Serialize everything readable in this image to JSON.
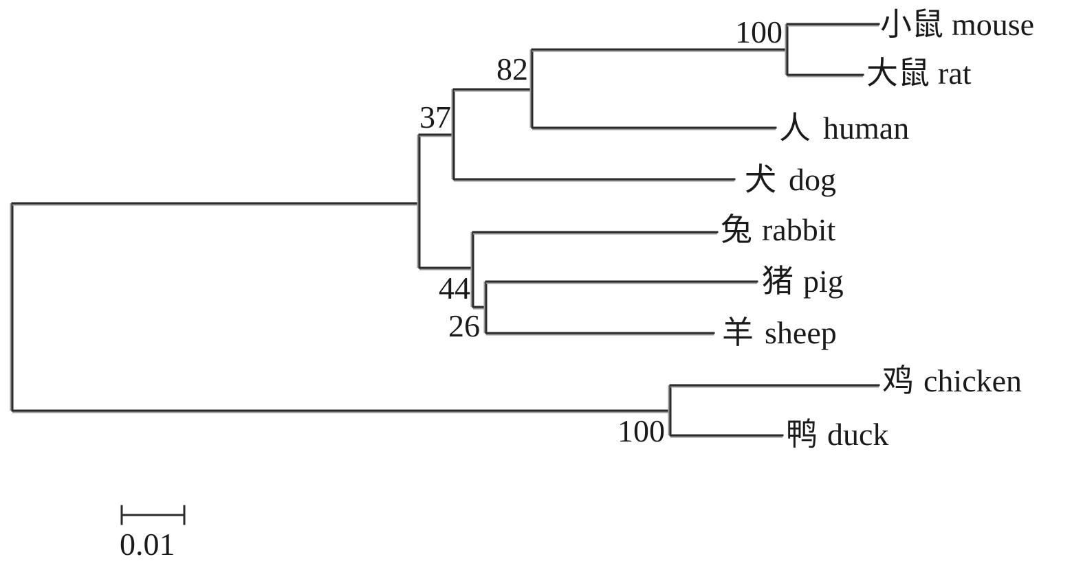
{
  "diagram": {
    "type": "phylogenetic-tree",
    "leaves": [
      {
        "id": "mouse",
        "cn": "小鼠",
        "en": "mouse"
      },
      {
        "id": "rat",
        "cn": "大鼠",
        "en": "rat"
      },
      {
        "id": "human",
        "cn": "人",
        "en": "human"
      },
      {
        "id": "dog",
        "cn": "犬",
        "en": "dog"
      },
      {
        "id": "rabbit",
        "cn": "兔",
        "en": "rabbit"
      },
      {
        "id": "pig",
        "cn": "猪",
        "en": "pig"
      },
      {
        "id": "sheep",
        "cn": "羊",
        "en": "sheep"
      },
      {
        "id": "chicken",
        "cn": "鸡",
        "en": "chicken"
      },
      {
        "id": "duck",
        "cn": "鸭",
        "en": "duck"
      }
    ],
    "bootstrap_values": {
      "mouse_rat": "100",
      "murid_human": "82",
      "primate_dog": "37",
      "rabbit_ungulate": "44",
      "pig_sheep": "26",
      "chicken_duck": "100"
    },
    "scale_bar": {
      "label": "0.01"
    },
    "colors": {
      "branch": "#2b2b2b",
      "shadow": "#9a9a9a",
      "text": "#1a1a1a"
    }
  }
}
